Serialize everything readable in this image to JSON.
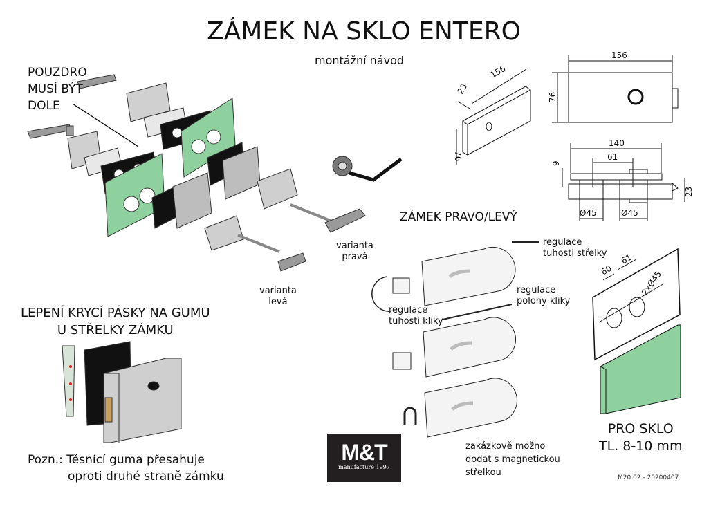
{
  "title": "ZÁMEK NA SKLO ENTERO",
  "subtitle": "montážní návod",
  "note_housing": [
    "POUZDRO",
    "MUSÍ BÝT",
    "DOLE"
  ],
  "variant_right": [
    "varianta",
    "pravá"
  ],
  "variant_left": [
    "varianta",
    "levá"
  ],
  "tape_heading": [
    "LEPENÍ KRYCÍ PÁSKY NA GUMU",
    "U STŘELKY ZÁMKU"
  ],
  "tape_note": [
    "Pozn.: Těsnící guma přesahuje",
    "oproti druhé straně zámku"
  ],
  "lock_heading": "ZÁMEK PRAVO/LEVÝ",
  "callouts": {
    "latch_stiffness": [
      "regulace",
      "tuhosti střelky"
    ],
    "handle_stiffness": [
      "regulace",
      "tuhosti kliky"
    ],
    "handle_position": [
      "regulace",
      "polohy kliky"
    ],
    "magnetic": [
      "zakázkově možno",
      "dodat s magnetickou",
      "střelkou"
    ]
  },
  "dimensions": {
    "iso_length": "156",
    "iso_depth": "23",
    "iso_height": "76",
    "front_width": "156",
    "front_height": "76",
    "side_width": "140",
    "side_spacing": "61",
    "side_plate": "9",
    "side_depth": "23",
    "hole_left": "Ø45",
    "hole_right": "Ø45",
    "glass_edge": "60",
    "glass_spacing": "61",
    "glass_holes": "2xØ45"
  },
  "glass": [
    "PRO SKLO",
    "TL. 8-10 mm"
  ],
  "logo": {
    "name": "M&T",
    "tagline": "manufacture 1997"
  },
  "doc_code": "M20 02 - 20200407",
  "colors": {
    "glass": "#8fd19e",
    "plate": "#111111",
    "metal": "#cfcfcf"
  }
}
